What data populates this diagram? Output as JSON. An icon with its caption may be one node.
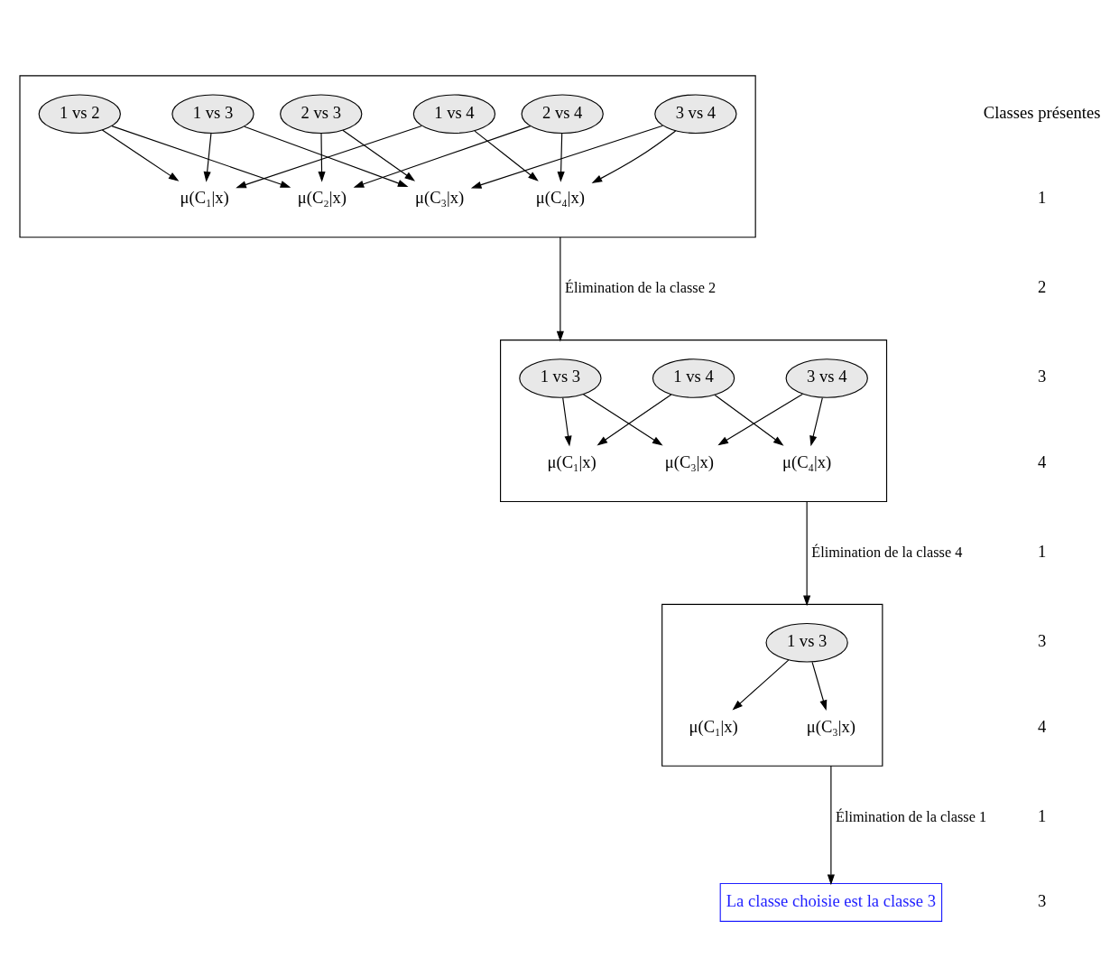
{
  "diagram": {
    "nodes": [
      {
        "text": [],
        "shape": "box"
      },
      {
        "text": [
          "1 vs 2"
        ],
        "in": 0
      },
      {
        "text": [
          "1 vs 3"
        ],
        "in": 0
      },
      {
        "text": [
          "1 vs 4"
        ],
        "in": 0
      },
      {
        "text": [
          "2 vs 3"
        ],
        "in": 0
      },
      {
        "text": [
          "2 vs 4"
        ],
        "in": 0
      },
      {
        "text": [
          "3 vs 4"
        ],
        "in": 0
      },
      {
        "text": [
          "μ(C₁|x)"
        ],
        "in": 0
      },
      {
        "text": [
          "μ(C₂|x)"
        ],
        "in": 0
      },
      {
        "text": [
          "μ(C₃|x)"
        ],
        "in": 0
      },
      {
        "text": [
          "μ(C₄|x)"
        ],
        "in": 0
      },
      {
        "text": [],
        "shape": "box"
      },
      {
        "text": [
          "1 vs 3"
        ],
        "in": 11
      },
      {
        "text": [
          "1 vs 4"
        ],
        "in": 11
      },
      {
        "text": [
          "3 vs 4"
        ],
        "in": 11
      },
      {
        "text": [
          "μ(C₁|x)"
        ],
        "in": 11
      },
      {
        "text": [
          "μ(C₃|x)"
        ],
        "in": 11
      },
      {
        "text": [
          "μ(C₄|x)"
        ],
        "in": 11
      },
      {
        "text": [],
        "shape": "box"
      },
      {
        "text": [
          "1 vs 3"
        ],
        "in": 18
      },
      {
        "text": [
          "μ(C₁|x)"
        ],
        "in": 18
      },
      {
        "text": [
          "μ(C₃|x)"
        ],
        "in": 18
      },
      {
        "text": [
          "La classe choisie est la classe 3"
        ]
      }
    ],
    "edges": [
      {
        "from": 1,
        "to": 7,
        "arrow": "to"
      },
      {
        "from": 1,
        "to": 8,
        "arrow": "to"
      },
      {
        "from": 2,
        "to": 7,
        "arrow": "to"
      },
      {
        "from": 2,
        "to": 9,
        "arrow": "to"
      },
      {
        "from": 3,
        "to": 7,
        "arrow": "to"
      },
      {
        "from": 3,
        "to": 10,
        "arrow": "to"
      },
      {
        "from": 4,
        "to": 8,
        "arrow": "to"
      },
      {
        "from": 4,
        "to": 9,
        "arrow": "to"
      },
      {
        "from": 5,
        "to": 8,
        "arrow": "to"
      },
      {
        "from": 5,
        "to": 10,
        "arrow": "to"
      },
      {
        "from": 6,
        "to": 9,
        "arrow": "to"
      },
      {
        "from": 6,
        "to": 10,
        "arrow": "to"
      },
      {
        "from": 0,
        "to": 11,
        "arrow": "to",
        "label": "Élimination de la classe 2"
      },
      {
        "from": 12,
        "to": 15,
        "arrow": "to"
      },
      {
        "from": 12,
        "to": 16,
        "arrow": "to"
      },
      {
        "from": 13,
        "to": 15,
        "arrow": "to"
      },
      {
        "from": 13,
        "to": 17,
        "arrow": "to"
      },
      {
        "from": 14,
        "to": 16,
        "arrow": "to"
      },
      {
        "from": 14,
        "to": 17,
        "arrow": "to"
      },
      {
        "from": 11,
        "to": 18,
        "arrow": "to",
        "label": "Élimination de la classe 4"
      },
      {
        "from": 19,
        "to": 20,
        "arrow": "to"
      },
      {
        "from": 19,
        "to": 21,
        "arrow": "to"
      },
      {
        "from": 18,
        "to": 22,
        "arrow": "to",
        "label": "Élimination de la classe 1"
      }
    ],
    "labels": [
      "Classes présentes",
      "1",
      "2",
      "3",
      "4",
      "1",
      "3",
      "4",
      "1",
      "3"
    ]
  }
}
